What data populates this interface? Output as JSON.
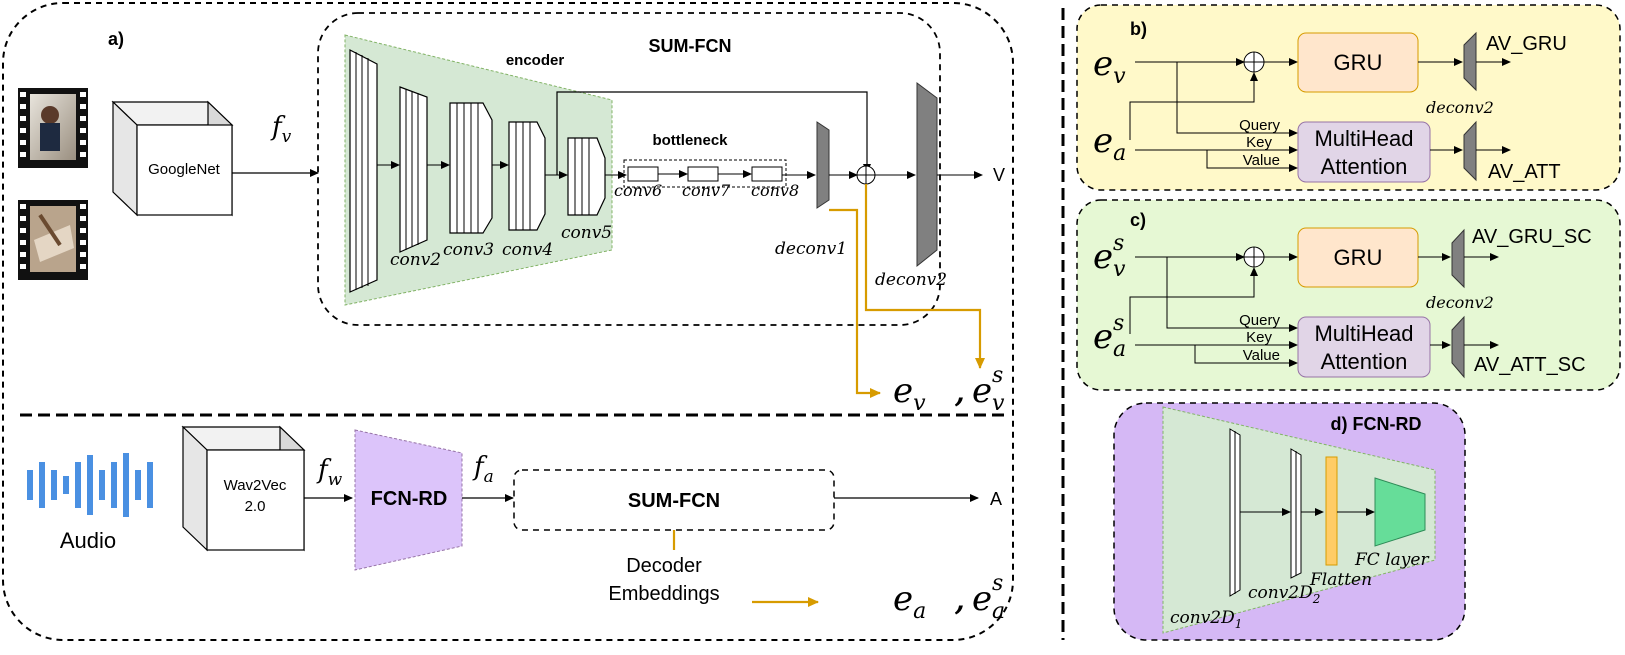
{
  "panel_a": {
    "label": "a)",
    "sum_fcn_title": "SUM-FCN",
    "encoder_label": "encoder",
    "bottleneck_label": "bottleneck",
    "googlenet_label": "GoogleNet",
    "fv": "f",
    "fv_sub": "v",
    "conv_labels": [
      "conv2",
      "conv3",
      "conv4",
      "conv5",
      "conv6",
      "conv7",
      "conv8"
    ],
    "deconv1": "deconv1",
    "deconv2": "deconv2",
    "output_v": "V",
    "ev_e": "e",
    "ev_sub": "v",
    "comma": ",",
    "evs_e": "e",
    "evs_sup": "s",
    "evs_sub": "v",
    "audio_label": "Audio",
    "wav2vec_line1": "Wav2Vec",
    "wav2vec_line2": "2.0",
    "fw": "f",
    "fw_sub": "w",
    "fcnrd_label": "FCN-RD",
    "fa": "f",
    "fa_sub": "a",
    "sum_fcn_audio": "SUM-FCN",
    "output_a": "A",
    "decoder_line1": "Decoder",
    "decoder_line2": "Embeddings",
    "ea_e": "e",
    "ea_sub": "a",
    "eas_e": "e",
    "eas_sup": "s",
    "eas_sub": "a"
  },
  "panel_b": {
    "label": "b)",
    "ev_e": "e",
    "ev_sub": "v",
    "ea_e": "e",
    "ea_sub": "a",
    "gru": "GRU",
    "deconv2": "deconv2",
    "out_gru": "AV_GRU",
    "query": "Query",
    "key": "Key",
    "value": "Value",
    "mha_line1": "MultiHead",
    "mha_line2": "Attention",
    "out_att": "AV_ATT"
  },
  "panel_c": {
    "label": "c)",
    "ev_e": "e",
    "ev_sup": "s",
    "ev_sub": "v",
    "ea_e": "e",
    "ea_sup": "s",
    "ea_sub": "a",
    "gru": "GRU",
    "deconv2": "deconv2",
    "out_gru": "AV_GRU_SC",
    "query": "Query",
    "key": "Key",
    "value": "Value",
    "mha_line1": "MultiHead",
    "mha_line2": "Attention",
    "out_att": "AV_ATT_SC"
  },
  "panel_d": {
    "title": "d) FCN-RD",
    "conv2d1": "conv2D",
    "conv2d1_sub": "1",
    "conv2d2": "conv2D",
    "conv2d2_sub": "2",
    "flatten": "Flatten",
    "fc_layer": "FC layer"
  },
  "colors": {
    "encoder_green": "#d5e8d4",
    "encoder_border": "#82b366",
    "panel_b_bg": "#fff9c9",
    "panel_c_bg": "#e6f8d4",
    "panel_d_bg": "#d5b8f5",
    "gru_fill": "#ffe6cc",
    "gru_stroke": "#d79b00",
    "mha_fill": "#e1d5e7",
    "mha_stroke": "#9673a6",
    "fcnrd_fill": "#dcc4fa",
    "orange_arrow": "#d79b00",
    "deconv_gray": "#808080",
    "flatten_fill": "#ffcc66",
    "fc_fill": "#66dd99",
    "audio_blue": "#4a90e2"
  },
  "icons": [
    "film-strip-icon",
    "audio-wave-icon"
  ]
}
